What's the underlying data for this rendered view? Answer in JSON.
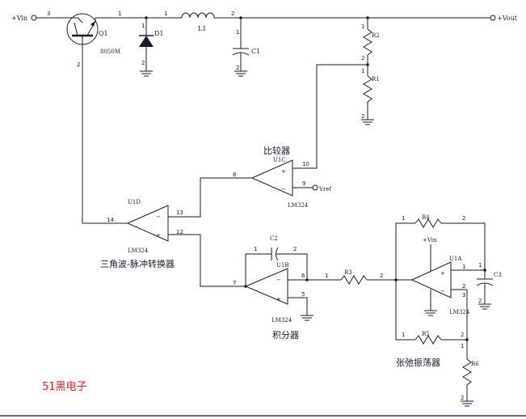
{
  "title": "51黑电子",
  "terminals": {
    "vin": "+Vin",
    "vout": "+Vout",
    "vref": "Vref",
    "vin_opamp": "+Vin"
  },
  "components": {
    "q1": {
      "ref": "Q1",
      "part": "8050M",
      "pins": {
        "c": "3",
        "e": "1",
        "b": "2"
      }
    },
    "d1": {
      "ref": "D1",
      "pins": {
        "k": "1",
        "a": "2"
      }
    },
    "l1": {
      "ref": "L1",
      "pins": {
        "a": "1",
        "b": "2"
      }
    },
    "c1": {
      "ref": "C1",
      "pins": {
        "a": "1",
        "b": "2"
      }
    },
    "r2": {
      "ref": "R2",
      "pins": {
        "a": "1",
        "b": "2"
      }
    },
    "r1": {
      "ref": "R1",
      "pins": {
        "a": "1",
        "b": "2"
      }
    },
    "u1c": {
      "ref": "U1C",
      "part": "LM324",
      "pins": {
        "out": "8",
        "pos": "10",
        "neg": "9"
      },
      "caption": "比较器"
    },
    "u1d": {
      "ref": "U1D",
      "part": "LM324",
      "pins": {
        "out": "14",
        "neg": "13",
        "pos": "12"
      },
      "caption": "三角波-脉冲转换器"
    },
    "c2": {
      "ref": "C2",
      "pins": {
        "a": "1",
        "b": "2"
      }
    },
    "u1b": {
      "ref": "U1B",
      "part": "LM324",
      "pins": {
        "out": "7",
        "neg": "6",
        "pos": "5"
      },
      "caption": "积分器"
    },
    "r3": {
      "ref": "R3",
      "pins": {
        "a": "1",
        "b": "2"
      }
    },
    "r4": {
      "ref": "R4",
      "pins": {
        "a": "1",
        "b": "2"
      }
    },
    "u1a": {
      "ref": "U1A",
      "part": "LM324",
      "pins": {
        "out": "1",
        "neg": "2",
        "pos": "3"
      },
      "caption": "张弛振荡器"
    },
    "c3": {
      "ref": "C3",
      "pins": {
        "a": "1",
        "b": "2"
      }
    },
    "r5": {
      "ref": "R5",
      "pins": {
        "a": "1",
        "b": "2"
      }
    },
    "r6": {
      "ref": "R6",
      "pins": {
        "a": "1",
        "b": "2"
      }
    }
  },
  "opamp_signs": {
    "plus": "+",
    "minus": "−"
  }
}
